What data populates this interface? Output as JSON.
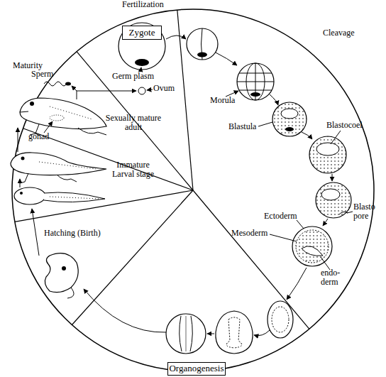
{
  "diagram": {
    "nodes": [
      {
        "text": [
          "Zygote"
        ]
      },
      {
        "text": [
          "Organogenesis"
        ]
      }
    ],
    "labels": [
      "Fertilization",
      "Cleavage",
      "Maturity",
      "Sperm",
      "Germ plasm",
      "Ovum",
      "Sexually mature adult",
      "gonad",
      "Immature Larval stage",
      "Morula",
      "Blastula",
      "Blastocoel",
      "Ectoderm",
      "Blasto pore",
      "Mesoderm",
      "endo- derm",
      "Hatching (Birth)"
    ]
  }
}
